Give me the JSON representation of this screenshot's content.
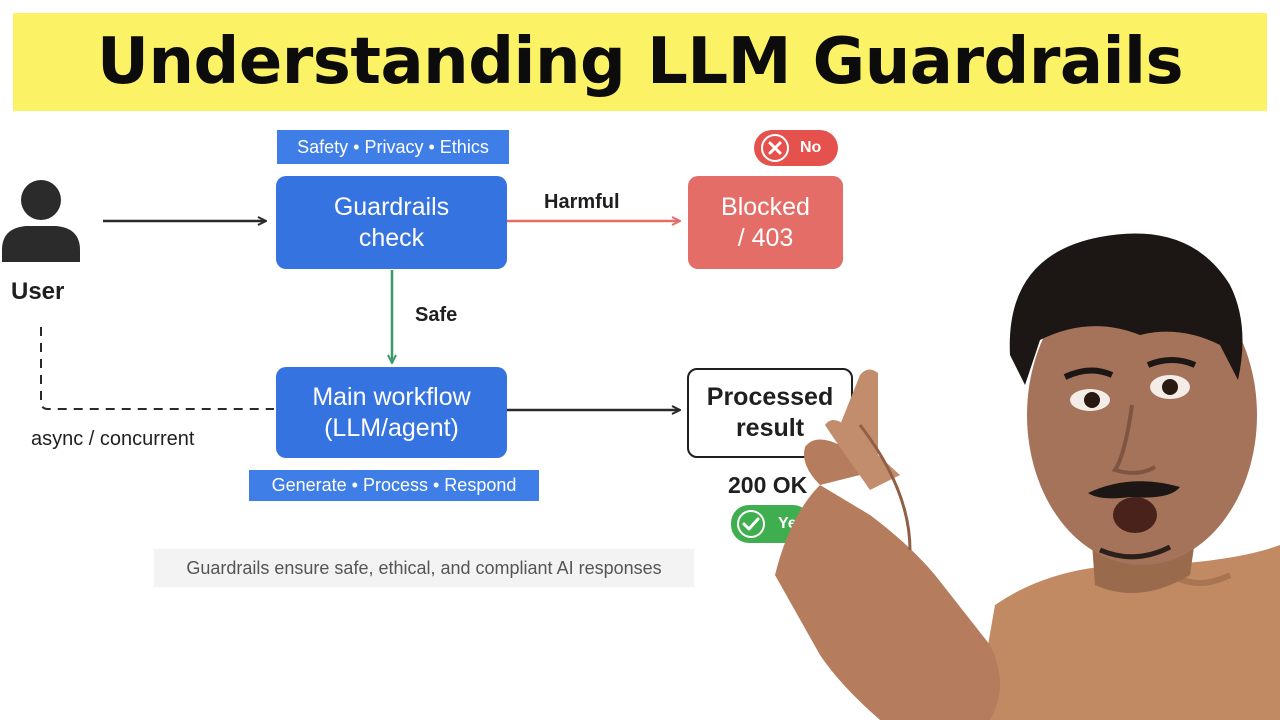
{
  "title": "Understanding LLM Guardrails",
  "diagram": {
    "user_label": "User",
    "async_label": "async / concurrent",
    "guardrails_tags": "Safety • Privacy • Ethics",
    "guardrails_box": "Guardrails\ncheck",
    "harmful_label": "Harmful",
    "blocked_box": "Blocked\n/ 403",
    "no_badge": "No",
    "safe_label": "Safe",
    "workflow_box": "Main workflow\n(LLM/agent)",
    "workflow_tags": "Generate • Process • Respond",
    "processed_box": "Processed\nresult",
    "status_ok": "200 OK",
    "yes_badge": "Ye",
    "footer_note": "Guardrails ensure safe, ethical, and compliant AI responses"
  },
  "colors": {
    "title_bg": "#fbf266",
    "blue": "#3573e0",
    "red": "#e46d67",
    "green": "#3a9a6a"
  },
  "icons": [
    "user-icon",
    "close-icon",
    "check-icon"
  ]
}
